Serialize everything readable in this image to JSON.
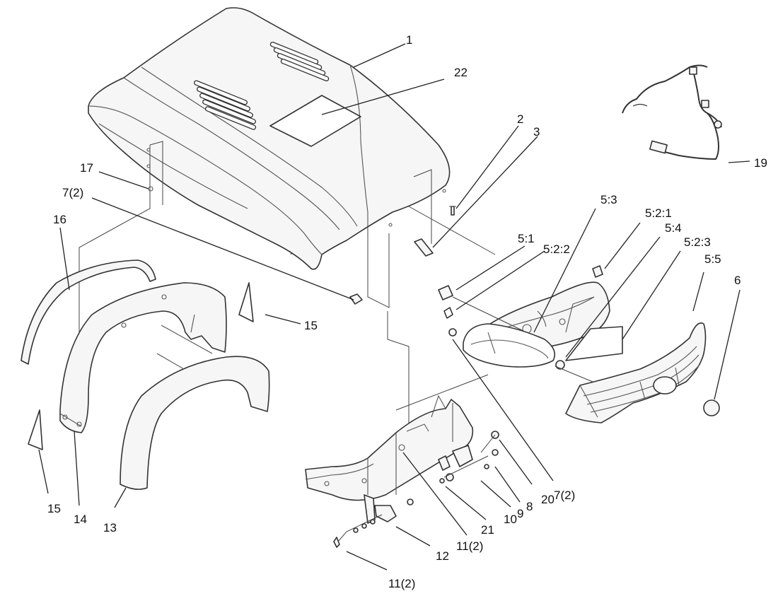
{
  "callouts": [
    {
      "id": "c1",
      "text": "1"
    },
    {
      "id": "c22",
      "text": "22"
    },
    {
      "id": "c2",
      "text": "2"
    },
    {
      "id": "c3",
      "text": "3"
    },
    {
      "id": "c17",
      "text": "17"
    },
    {
      "id": "c7a",
      "text": "7(2)"
    },
    {
      "id": "c16",
      "text": "16"
    },
    {
      "id": "c15a",
      "text": "15"
    },
    {
      "id": "c15b",
      "text": "15"
    },
    {
      "id": "c14",
      "text": "14"
    },
    {
      "id": "c13",
      "text": "13"
    },
    {
      "id": "c12",
      "text": "12"
    },
    {
      "id": "c11a",
      "text": "11(2)"
    },
    {
      "id": "c11b",
      "text": "11(2)"
    },
    {
      "id": "c21",
      "text": "21"
    },
    {
      "id": "c10",
      "text": "10"
    },
    {
      "id": "c9",
      "text": "9"
    },
    {
      "id": "c8",
      "text": "8"
    },
    {
      "id": "c20",
      "text": "20"
    },
    {
      "id": "c7b",
      "text": "7(2)"
    },
    {
      "id": "c51",
      "text": "5:1"
    },
    {
      "id": "c53",
      "text": "5:3"
    },
    {
      "id": "c522",
      "text": "5:2:2"
    },
    {
      "id": "c521",
      "text": "5:2:1"
    },
    {
      "id": "c54",
      "text": "5:4"
    },
    {
      "id": "c523",
      "text": "5:2:3"
    },
    {
      "id": "c55",
      "text": "5:5"
    },
    {
      "id": "c6",
      "text": "6"
    },
    {
      "id": "c19",
      "text": "19"
    }
  ]
}
